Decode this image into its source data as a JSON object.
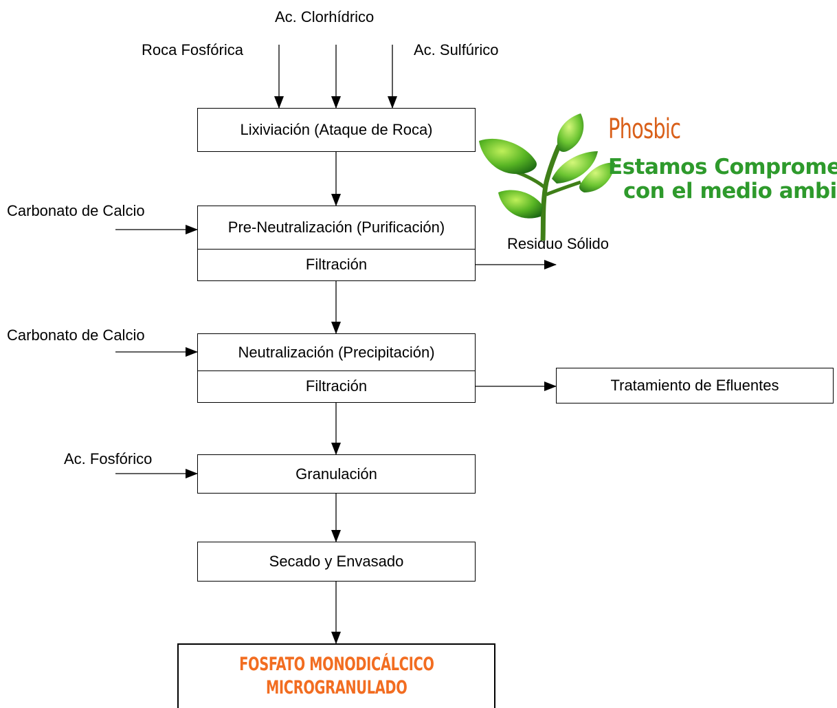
{
  "inputs": {
    "roca": "Roca Fosfórica",
    "clorhidrico": "Ac. Clorhídrico",
    "sulfurico": "Ac. Sulfúrico",
    "carbonato_1": "Carbonato de Calcio",
    "carbonato_2": "Carbonato de Calcio",
    "fosforico": "Ac. Fosfórico"
  },
  "steps": {
    "lixiviacion": "Lixiviación (Ataque de Roca)",
    "preneutralizacion": "Pre-Neutralización (Purificación)",
    "filtracion_1": "Filtración",
    "neutralizacion": "Neutralización (Precipitación)",
    "filtracion_2": "Filtración",
    "granulacion": "Granulación",
    "secado": "Secado y Envasado"
  },
  "outputs": {
    "residuo": "Residuo Sólido",
    "efluentes": "Tratamiento de Efluentes"
  },
  "product": {
    "line1": "FOSFATO MONODICÁLCICO",
    "line2": "MICROGRANULADO",
    "color": "#f26d21"
  },
  "logo": {
    "brand": "Phosbic",
    "tagline1": "Estamos Comprometi",
    "tagline2": "con el medio ambien",
    "brand_color": "#d9601a",
    "tagline_color": "#2e9a2c",
    "icon": "plant-sprout-icon"
  }
}
